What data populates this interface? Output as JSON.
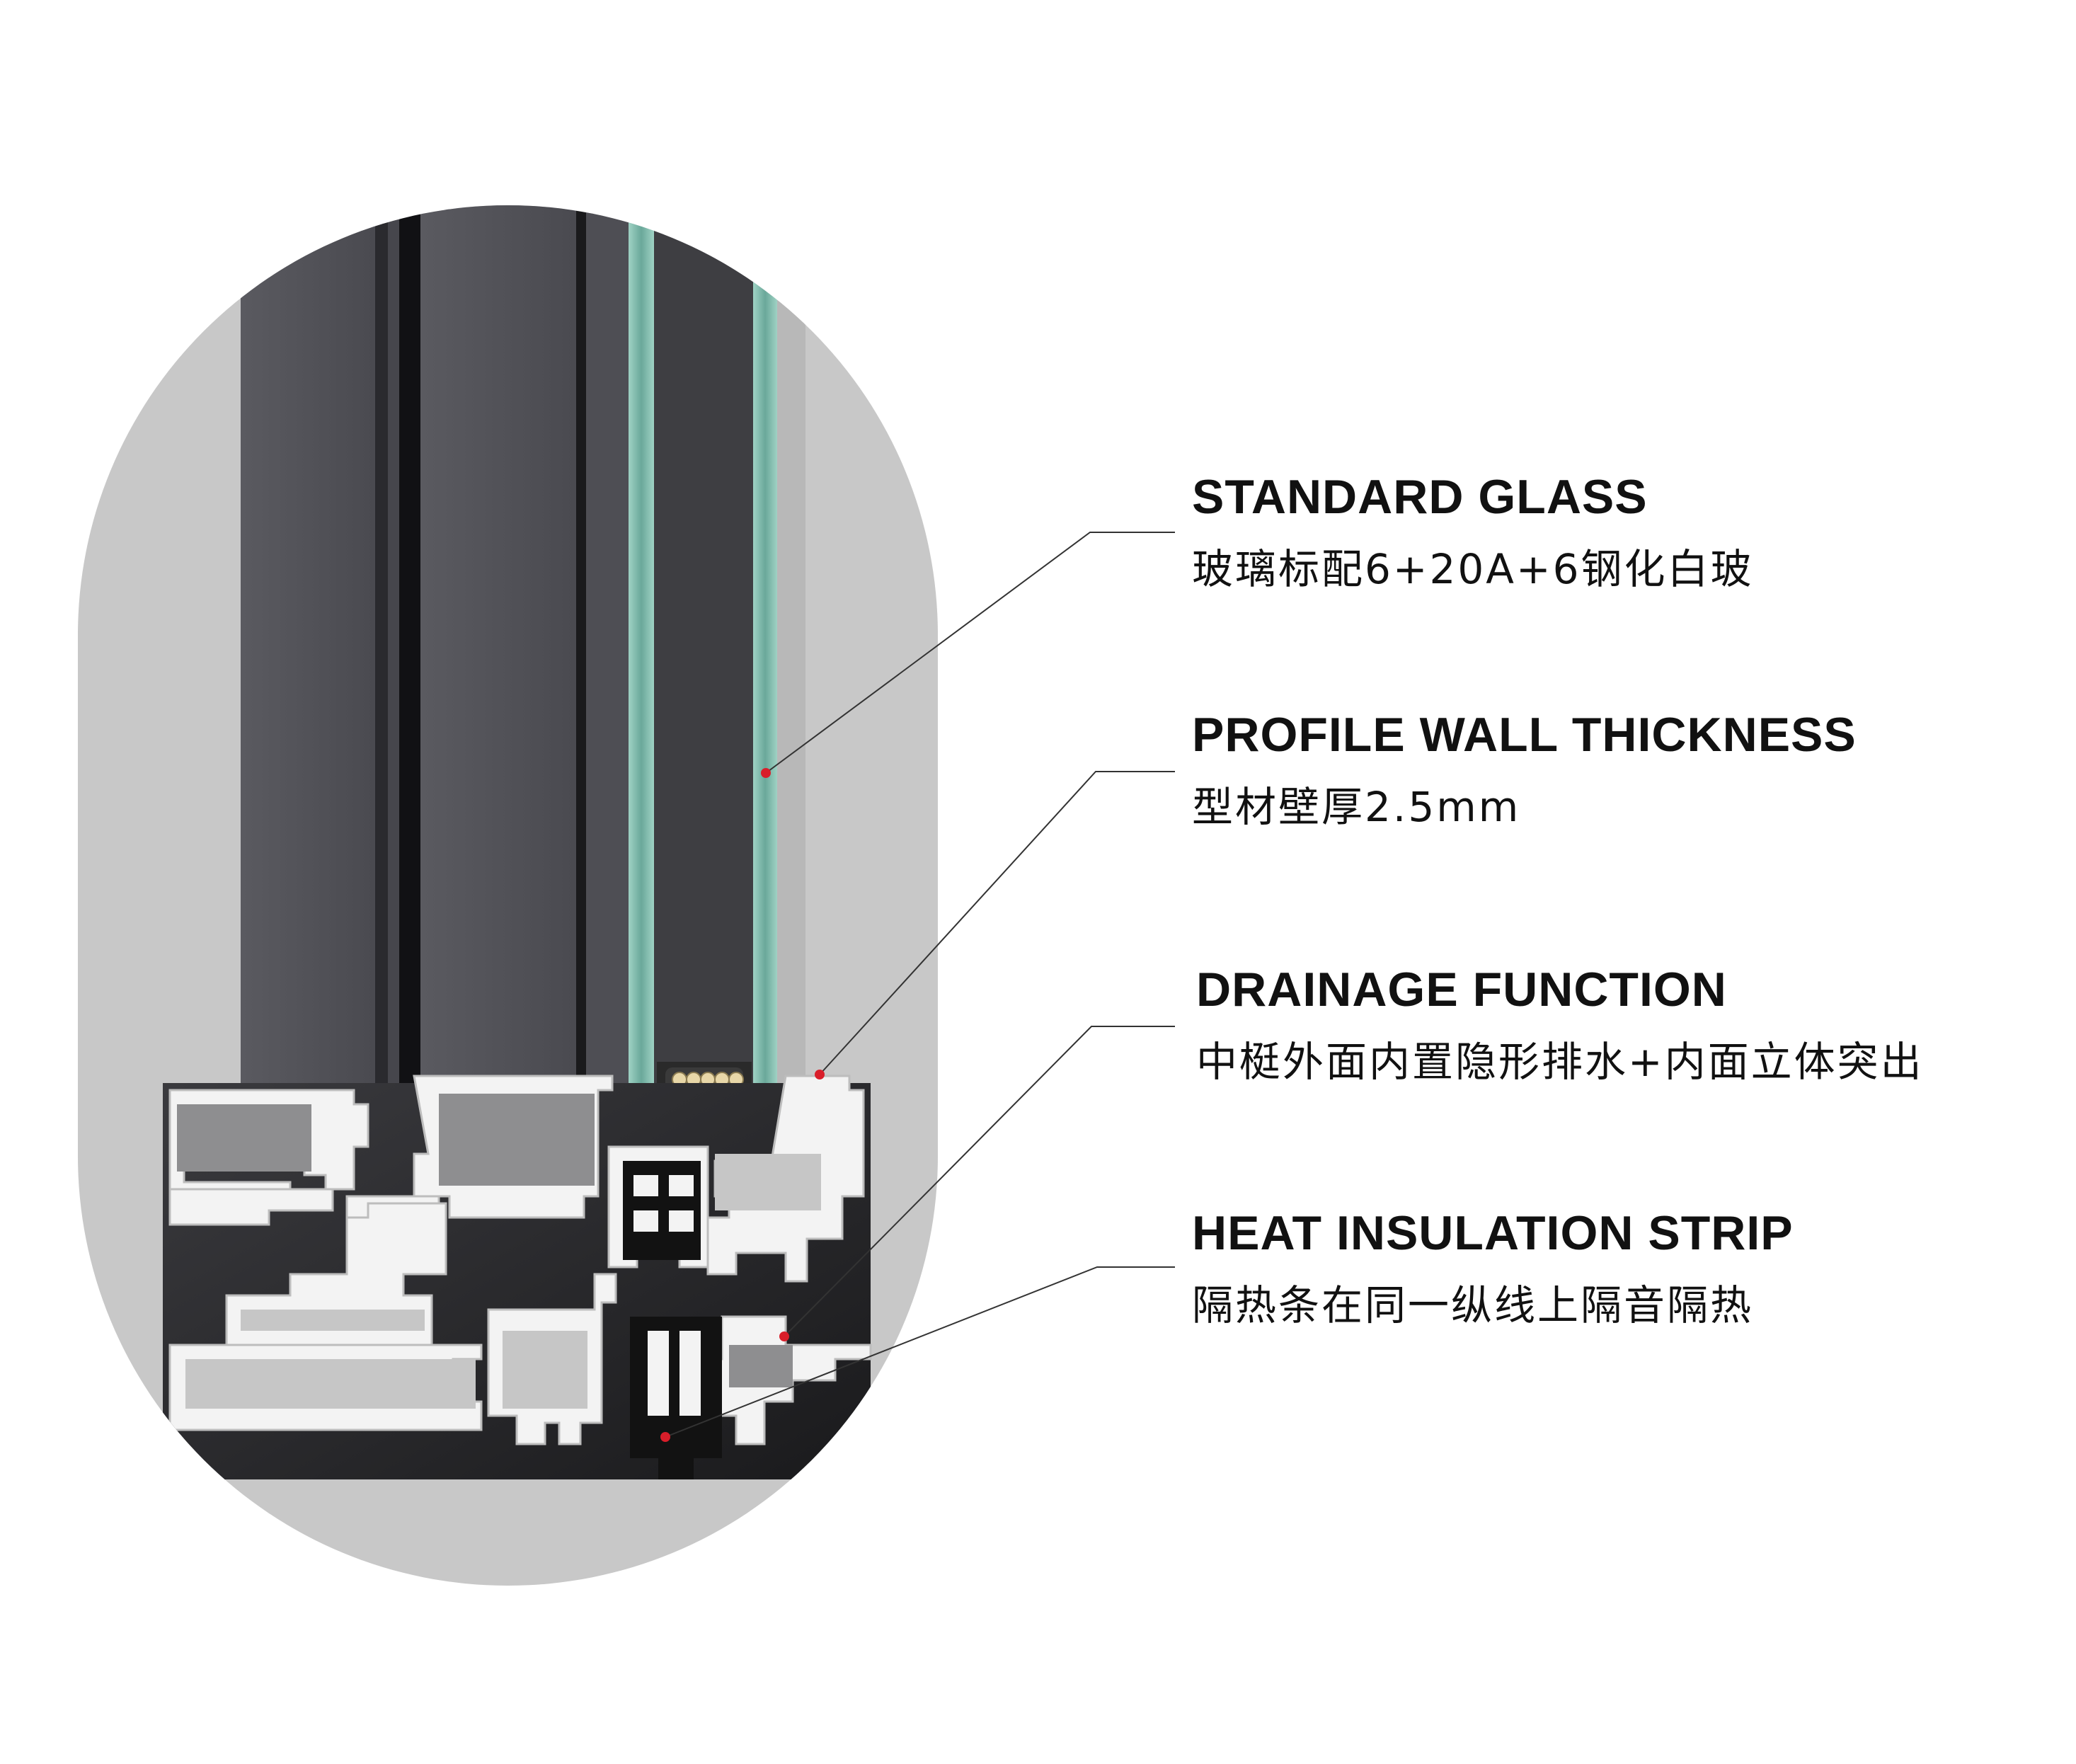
{
  "colors": {
    "background": "#ffffff",
    "capsule": "#c8c8c8",
    "frame_dark": "#54545a",
    "frame_darker": "#2e2e32",
    "glass": "#6aa89a",
    "glass_edge": "#9fd2c4",
    "profile_white": "#f3f3f3",
    "insulation": "#121212",
    "marker": "#d91e2a",
    "leader_line": "#333333"
  },
  "icons": [
    "dot-marker",
    "leader-line"
  ],
  "callouts": {
    "standard_glass": {
      "title": "STANDARD GLASS",
      "description": "玻璃标配6+20A+6钢化白玻"
    },
    "profile_wall": {
      "title": "PROFILE WALL THICKNESS",
      "description": "型材壁厚2.5mm"
    },
    "drainage": {
      "title": "DRAINAGE FUNCTION",
      "description": "中梃外面内置隐形排水+内面立体突出"
    },
    "heat_insulation": {
      "title": "HEAT INSULATION STRIP",
      "description": "隔热条在同一纵线上隔音隔热"
    }
  }
}
